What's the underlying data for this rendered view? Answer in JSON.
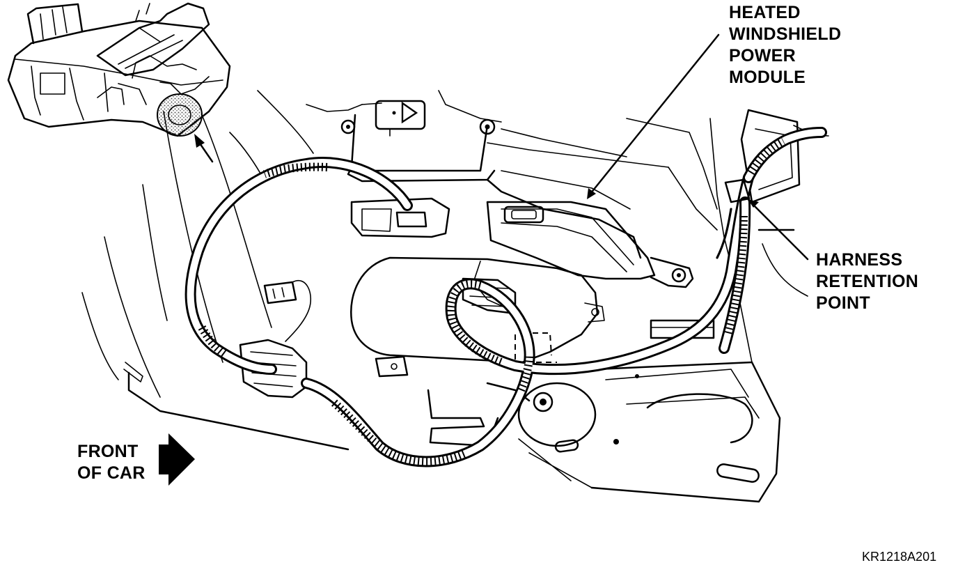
{
  "labels": {
    "power_module": "HEATED\nWINDSHIELD\nPOWER\nMODULE",
    "retention_point": "HARNESS\nRETENTION\nPOINT",
    "front_of_car": "FRONT\nOF CAR"
  },
  "figure_id": "KR1218A201",
  "colors": {
    "ink": "#000000",
    "paper": "#ffffff",
    "stipple": "#9a9a9a"
  }
}
